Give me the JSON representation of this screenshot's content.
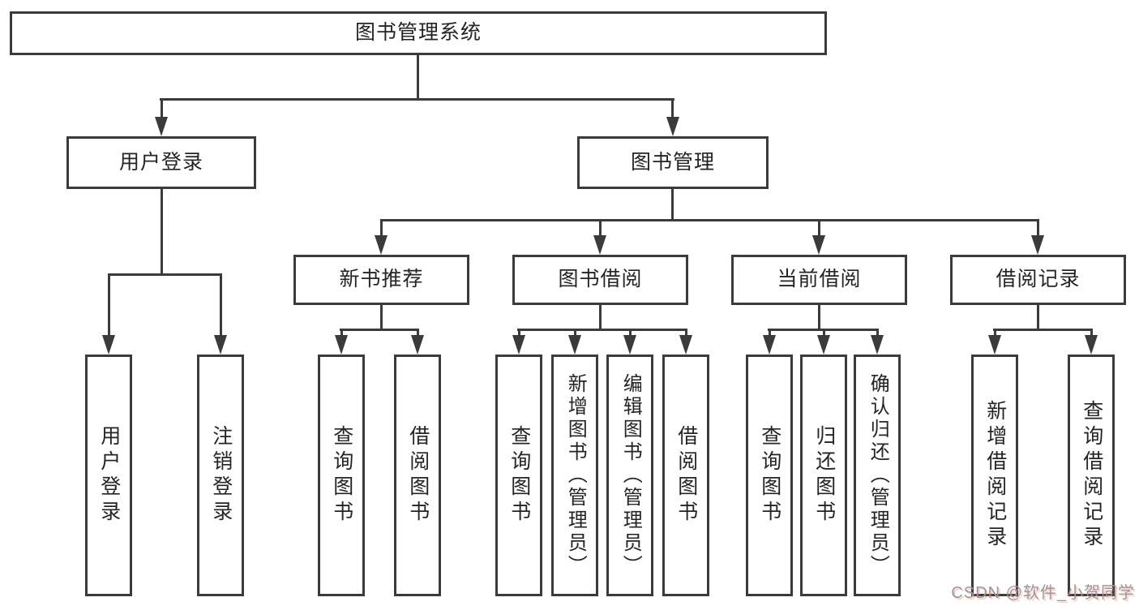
{
  "colors": {
    "background": "#ffffff",
    "line": "#3b3b3b",
    "box_border": "#3b3b3b",
    "text": "#242424",
    "watermark_gray": "#98989d",
    "watermark_pink": "#fc5531"
  },
  "tree": {
    "root": {
      "label": "图书管理系统"
    },
    "branches": [
      {
        "label": "用户登录",
        "children": [
          {
            "label": "用户登录"
          },
          {
            "label": "注销登录"
          }
        ]
      },
      {
        "label": "图书管理",
        "children": [
          {
            "label": "新书推荐",
            "children": [
              {
                "label": "查询图书"
              },
              {
                "label": "借阅图书"
              }
            ]
          },
          {
            "label": "图书借阅",
            "children": [
              {
                "label": "查询图书"
              },
              {
                "label": "新增图书（管理员）"
              },
              {
                "label": "编辑图书（管理员）"
              },
              {
                "label": "借阅图书"
              }
            ]
          },
          {
            "label": "当前借阅",
            "children": [
              {
                "label": "查询图书"
              },
              {
                "label": "归还图书"
              },
              {
                "label": "确认归还（管理员）"
              }
            ]
          },
          {
            "label": "借阅记录",
            "children": [
              {
                "label": "新增借阅记录"
              },
              {
                "label": "查询借阅记录"
              }
            ]
          }
        ]
      }
    ]
  },
  "watermark": {
    "text": "CSDN @软件_小贺同学"
  }
}
